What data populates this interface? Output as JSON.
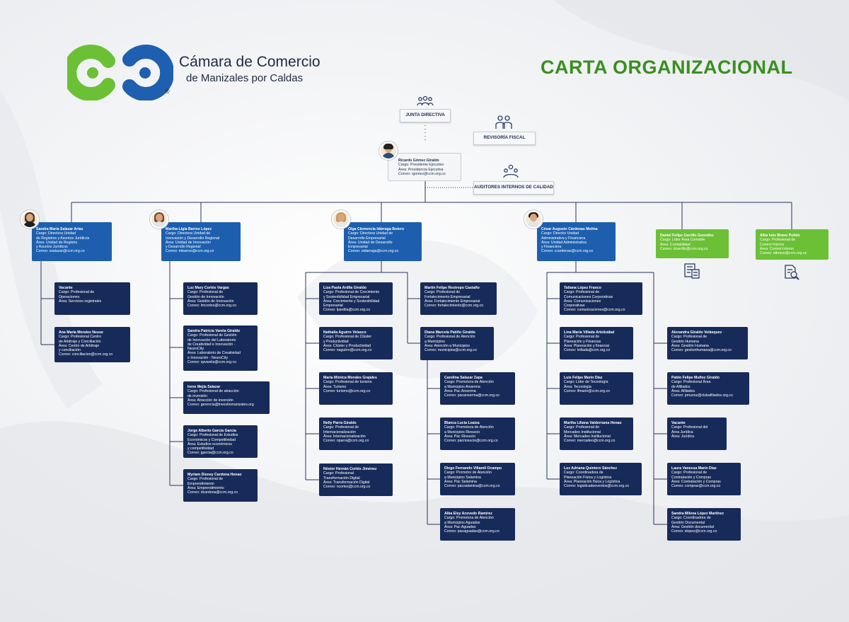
{
  "header": {
    "org_name": "Cámara de Comercio",
    "org_sub": "de Manizales por Caldas",
    "registered": "®",
    "title": "CARTA ORGANIZACIONAL"
  },
  "colors": {
    "navy": "#172b5a",
    "blue": "#1d5fae",
    "green": "#6cc035",
    "title_green": "#3a8f1f",
    "logo_green": "#6cc035",
    "logo_blue": "#1f5fb0"
  },
  "governance": {
    "board": "JUNTA DIRECTIVA",
    "fiscal": "REVISORÍA FISCAL",
    "auditors": "AUDITORES INTERNOS DE CALIDAD",
    "board_icon": "group-icon",
    "fiscal_icon": "auditor-icon",
    "auditors_icon": "group-icon"
  },
  "executive": {
    "name": "Ricardo Gómez Giraldo",
    "lines": [
      "Cargo: Presidente Ejecutivo",
      "Área: Presidencia Ejecutiva",
      "Correo: rgomez@ccm.org.co"
    ]
  },
  "directors": [
    {
      "name": "Sandra María Salazar Arias",
      "lines": [
        "Cargo: Directora Unidad",
        "de Registros y Asuntos Jurídicos",
        "Área: Unidad de Registro",
        "y Asuntos Jurídicos",
        "Correo: ssalazar@ccm.org.co"
      ],
      "staff": [
        {
          "name": "Vacante",
          "lines": [
            "Cargo: Profesional de",
            "Operaciones",
            "Área: Servicios registrales"
          ]
        },
        {
          "name": "Ana María Morales Neuse",
          "lines": [
            "Cargo: Profesional Centro",
            "de Arbitraje y Conciliación",
            "Área: Centro de Arbitraje",
            "y conciliación",
            "Correo: conciliacion@ccm.org.co"
          ]
        }
      ]
    },
    {
      "name": "Martha Ligia Barros López",
      "lines": [
        "Cargo: Directora Unidad de",
        "Innovación y Desarrollo Regional",
        "Área: Unidad de Innovación",
        "y Desarrollo Regional",
        "Correo: mbarros@ccm.org.co"
      ],
      "staff": [
        {
          "name": "Luz Mary Cortés Vargas",
          "lines": [
            "Cargo: Profesional de",
            "Gestión de Innovación",
            "Área: Gestión de Innovación",
            "Correo: lmcortes@ccm.org.co"
          ]
        },
        {
          "name": "Sandra Patricia Varela Giraldo",
          "lines": [
            "Cargo: Profesional de Gestión",
            "de Innovación del Laboratorio",
            "de Creatividad e Innovación -",
            "NeuroCity",
            "Área: Laboratorio de Creatividad",
            "e Innovación - NeuroCity",
            "Correo: spvarela@ccm.org.co"
          ]
        },
        {
          "name": "Irene Mejía Salazar",
          "lines": [
            "Cargo: Profesional de atracción",
            "de inversión",
            "Área: Atracción de inversión",
            "Correo: gerencia@investinmanizales.org"
          ]
        },
        {
          "name": "Jorge Alberto García García",
          "lines": [
            "Cargo: Profesional de Estudios",
            "Económicos y Competitividad",
            "Área: Estudios económicos",
            "y competitividad",
            "Correo: jgarcia@ccm.org.co"
          ]
        },
        {
          "name": "Myriam Disney Cardona Henao",
          "lines": [
            "Cargo: Profesional de",
            "Emprendimiento",
            "Área: Emprendimiento",
            "Correo: dcardona@ccm.org.co"
          ]
        }
      ]
    },
    {
      "name": "Olga Clemencia Idárraga Botero",
      "lines": [
        "Cargo: Directora Unidad de",
        "Desarrollo Empresarial",
        "Área: Unidad de Desarrollo",
        "Empresarial",
        "Correo: oidarraga@ccm.org.co"
      ],
      "staff_left": [
        {
          "name": "Liza Paola Ardila Giraldo",
          "lines": [
            "Cargo: Profesional de Crecimiento",
            "y Sostenibilidad Empresarial",
            "Área: Crecimiento y Sostenibilidad",
            "Empresarial",
            "Correo: lpardila@ccm.org.co"
          ]
        },
        {
          "name": "Nathalia Aguirre Velasco",
          "lines": [
            "Cargo: Profesional de Clúster",
            "y Productividad",
            "Área: Clúster y Productividad",
            "Correo: naguirre@ccm.org.co"
          ]
        },
        {
          "name": "María Mónica Morales Grajales",
          "lines": [
            "Cargo: Profesional de turismo",
            "Área: Turismo",
            "Correo: turismo@ccm.org.co"
          ]
        },
        {
          "name": "Nelly Parra Giraldo",
          "lines": [
            "Cargo: Profesional de",
            "Internacionalización",
            "Área: Internacionalización",
            "Correo: nparra@ccm.org.co"
          ]
        },
        {
          "name": "Néstor Hernán Cortés Jiménez",
          "lines": [
            "Cargo: Profesional",
            "Transformación Digital",
            "Área: Transformación Digital",
            "Correo: ncortes@ccm.org.co"
          ]
        }
      ],
      "staff_right": [
        {
          "name": "Martín Felipe Restrepo Castaño",
          "lines": [
            "Cargo: Profesional de",
            "Fortalecimiento Empresarial",
            "Área: Fortalecimiento Empresarial",
            "Correo: fortalecimiento@ccm.org.co"
          ]
        },
        {
          "name": "Diana Marcela Patiño Giraldo",
          "lines": [
            "Cargo: Profesional de Atención",
            "a Municipios",
            "Área: Atención a Municipios",
            "Correo: municipios@ccm.org.co"
          ]
        }
      ],
      "municipal": [
        {
          "name": "Carolina Salazar Zapa",
          "lines": [
            "Cargo: Promotora de Atención",
            "a Municipios Anserma",
            "Área: Pac Anserma",
            "Correo: pacanserma@ccm.org.co"
          ]
        },
        {
          "name": "Blanca Lucía Loaiza",
          "lines": [
            "Cargo: Promotora de Atención",
            "a Municipios Riosucio",
            "Área: Pac Riosucio",
            "Correo: pacriosucio@ccm.org.co"
          ]
        },
        {
          "name": "Diego Fernando Villamil Ocampo",
          "lines": [
            "Cargo: Promotor de Atención",
            "a Municipios Salamina",
            "Área: Pac Salamina",
            "Correo: pacsalamina@ccm.org.co"
          ]
        },
        {
          "name": "Alba Elsy Acevedo Ramírez",
          "lines": [
            "Cargo: Promotora de Atención",
            "a Municipios Aguadas",
            "Área: Pac Aguadas",
            "Correo: pacaguadas@ccm.org.co"
          ]
        }
      ]
    },
    {
      "name": "César Augusto Cárdenas Molina",
      "lines": [
        "Cargo: Director Unidad",
        "Administrativa y Financiera",
        "Área: Unidad Administrativa",
        "y Financiera",
        "Correo: ccardenas@ccm.org.co"
      ],
      "staff_left": [
        {
          "name": "Tatiana López Franco",
          "lines": [
            "Cargo: Profesional de",
            "Comunicaciones Corporativas",
            "Área: Comunicaciones",
            "Corporativas",
            "Correo: comunicaciones@ccm.org.co"
          ]
        },
        {
          "name": "Lina María Villada Aristizábal",
          "lines": [
            "Cargo: Profesional de",
            "Planeación y Finanzas",
            "Área: Planeación y finanzas",
            "Correo: lvillada@ccm.org.co"
          ]
        },
        {
          "name": "Luis Felipe Marín Díaz",
          "lines": [
            "Cargo: Líder de Tecnología",
            "Área: Tecnología",
            "Correo: lfmarin@ccm.org.co"
          ]
        },
        {
          "name": "Martha Liliana Valderrama Henao",
          "lines": [
            "Cargo: Profesional de",
            "Mercadeo Institucional",
            "Área: Mercadeo Institucional",
            "Correo: mercadeo@ccm.org.co"
          ]
        },
        {
          "name": "Luz Adriana Quintero Sánchez",
          "lines": [
            "Cargo: Coordinadora de",
            "Planeación Física y Logística",
            "Área: Planeación física y Logística",
            "Correo: logisticadeeventos@ccm.org.co"
          ]
        }
      ],
      "staff_right": [
        {
          "name": "Alexandra Giraldo Velásquez",
          "lines": [
            "Cargo: Profesional de",
            "Gestión Humana",
            "Área: Gestión Humana",
            "Correo: gestionhumana@ccm.org.co"
          ]
        },
        {
          "name": "Pablo Felipe Muñoz Giraldo",
          "lines": [
            "Cargo: Profesional Área",
            "de Afiliados",
            "Área: Afiliados",
            "Correo: pmunoz@clubafiliados.org.co"
          ]
        },
        {
          "name": "Vacante",
          "lines": [
            "Cargo: Profesional del",
            "Área Jurídica",
            "Área: Jurídica"
          ]
        },
        {
          "name": "Laura Vanessa Marín Díaz",
          "lines": [
            "Cargo: Profesional de",
            "Contratación y Compras",
            "Área: Contratación y Compras",
            "Correo: compras@ccm.org.co"
          ]
        },
        {
          "name": "Sandra Milena López Martínez",
          "lines": [
            "Cargo: Coordinadora de",
            "Gestión Documental",
            "Área: Gestión documental",
            "Correo: slopez@ccm.org.co"
          ]
        }
      ]
    }
  ],
  "green_units": [
    {
      "name": "Daniel Felipe Carrillo González",
      "lines": [
        "Cargo: Líder Área Contable",
        "Área: Contabilidad",
        "Correo: dcarrillo@ccm.org.co"
      ],
      "icon": "accounting-icon"
    },
    {
      "name": "Alba Inés Bravo Pulido",
      "lines": [
        "Cargo: Profesional de",
        "Control Interno",
        "Área: Control Interno",
        "Correo: albravo@ccm.org.co"
      ],
      "icon": "audit-search-icon"
    }
  ]
}
